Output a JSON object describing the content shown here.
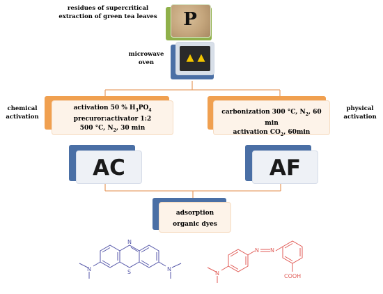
{
  "nodes": {
    "source": {
      "label_line1": "residues of supercritical",
      "label_line2": "extraction of green tea leaves",
      "letter": "P"
    },
    "oven": {
      "label_line1": "microwave",
      "label_line2": "oven"
    },
    "chemical": {
      "side_line1": "chemical",
      "side_line2": "activation",
      "line1_pre": "activation 50 % H",
      "line1_sub1": "3",
      "line1_mid": "PO",
      "line1_sub2": "4",
      "line2": "precuror:activator 1:2",
      "line3_pre": "500 °C,  N",
      "line3_sub": "2",
      "line3_post": ", 30 min"
    },
    "physical": {
      "side_line1": "physical",
      "side_line2": "activation",
      "line1_pre": "carbonization 300 °C,  N",
      "line1_sub": "2",
      "line1_post": ", 60 min",
      "line2": "activation CO",
      "line2_sub": "2",
      "line2_post": ", 60min"
    },
    "ac": {
      "label": "AC"
    },
    "af": {
      "label": "AF"
    },
    "adsorption": {
      "line1": "adsorption",
      "line2": "organic dyes"
    }
  },
  "molecules": {
    "left_atom_n": "N",
    "left_atom_s": "S",
    "right_atom_n": "N",
    "right_group": "COOH"
  },
  "colors": {
    "green": "#8fb04a",
    "blue": "#4a6fa5",
    "orange": "#f0a050",
    "connector": "#e8a06a",
    "methylene_blue": "#5456a8",
    "methyl_red": "#e05a55"
  }
}
